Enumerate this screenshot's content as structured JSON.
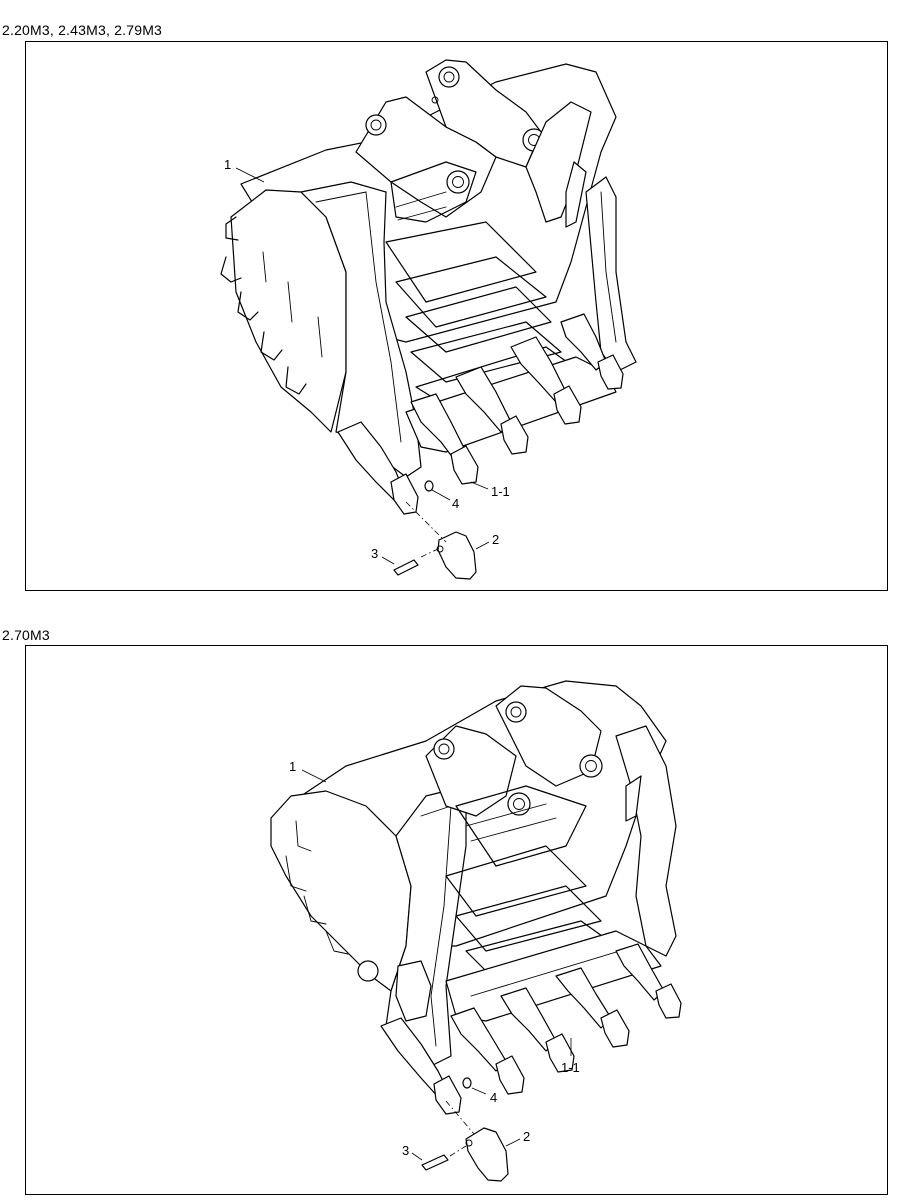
{
  "diagrams": [
    {
      "title": "2.20M3, 2.43M3, 2.79M3",
      "callouts": [
        "1",
        "1-1",
        "4",
        "3",
        "2"
      ]
    },
    {
      "title": "2.70M3",
      "callouts": [
        "1",
        "1-1",
        "4",
        "3",
        "2"
      ]
    }
  ]
}
